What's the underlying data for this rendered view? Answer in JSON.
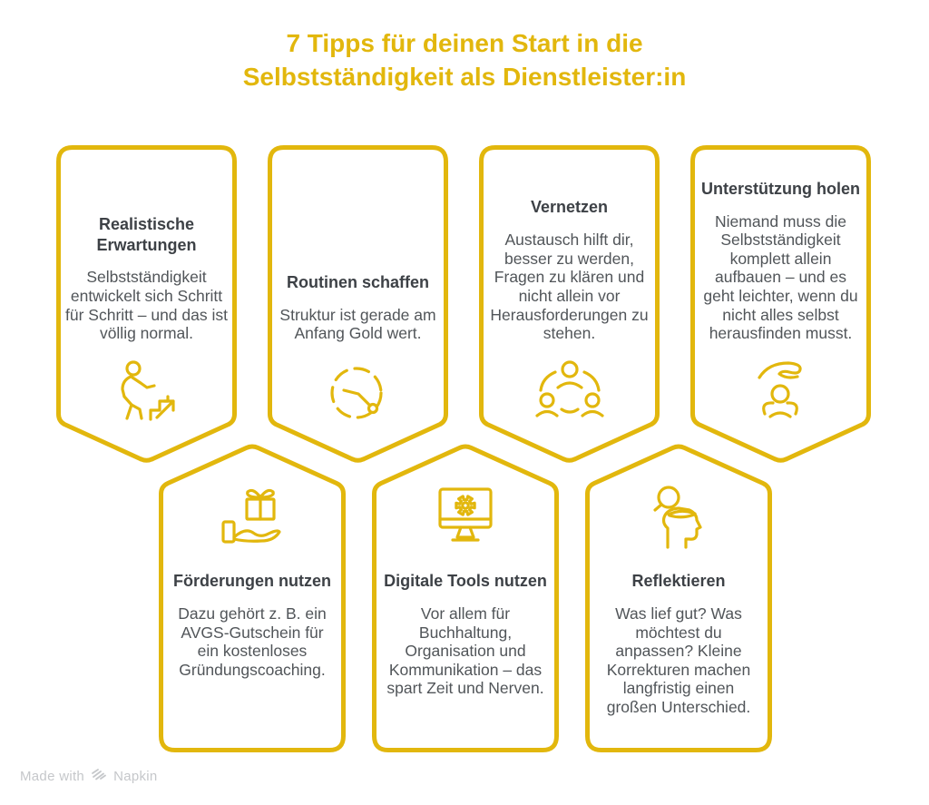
{
  "title": {
    "line1": "7 Tipps für deinen Start in die",
    "line2": "Selbstständigkeit als Dienstleister:in"
  },
  "colors": {
    "accent": "#E2B70D",
    "heading_text": "#3D4146",
    "body_text": "#515559",
    "footer_text": "#C5C7CA",
    "background": "#FFFFFF"
  },
  "cards_top": [
    {
      "title": "Realistische Erwartungen",
      "body": "Selbstständigkeit entwickelt sich Schritt für Schritt – und das ist völlig normal.",
      "icon": "stairs-climb-icon"
    },
    {
      "title": "Routinen schaffen",
      "body": "Struktur ist gerade am Anfang Gold wert.",
      "icon": "routine-clock-icon"
    },
    {
      "title": "Vernetzen",
      "body": "Austausch hilft dir, besser zu werden, Fragen zu klären und nicht allein vor Herausforderungen zu stehen.",
      "icon": "network-people-icon"
    },
    {
      "title": "Unterstützung holen",
      "body": "Niemand muss die Selbstständigkeit komplett allein aufbauen – und es geht leichter, wenn du nicht alles selbst herausfinden musst.",
      "icon": "support-hand-icon"
    }
  ],
  "cards_bottom": [
    {
      "title": "Förderungen nutzen",
      "body": "Dazu gehört z. B. ein AVGS-Gutschein für ein kostenloses Gründungscoaching.",
      "icon": "gift-hand-icon"
    },
    {
      "title": "Digitale Tools nutzen",
      "body": "Vor allem für Buchhaltung, Organisation und Kommunikation – das spart Zeit und Nerven.",
      "icon": "monitor-gear-icon"
    },
    {
      "title": "Reflektieren",
      "body": "Was lief gut? Was möchtest du anpassen? Kleine Korrekturen machen langfristig einen großen Unterschied.",
      "icon": "self-reflection-icon"
    }
  ],
  "footer": {
    "made_with": "Made with",
    "brand": "Napkin",
    "logo_icon": "napkin-logo-icon"
  }
}
